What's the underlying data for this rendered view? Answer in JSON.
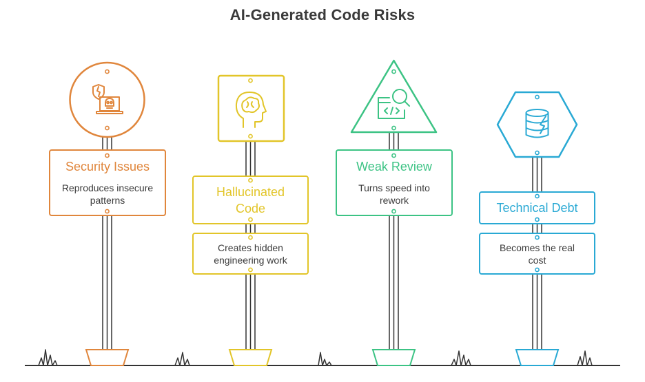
{
  "title": "AI-Generated Code Risks",
  "signs": [
    {
      "id": "security",
      "title": "Security Issues",
      "description": "Reproduces insecure patterns",
      "color": "#e0863c",
      "icon": "shield-skull-laptop-icon",
      "shape": "circle"
    },
    {
      "id": "hallucinated",
      "title": "Hallucinated Code",
      "description": "Creates hidden engineering work",
      "color": "#e2c529",
      "icon": "head-brain-icon",
      "shape": "square"
    },
    {
      "id": "weak-review",
      "title": "Weak Review",
      "description": "Turns speed into rework",
      "color": "#3cc384",
      "icon": "code-magnifier-icon",
      "shape": "triangle"
    },
    {
      "id": "technical-debt",
      "title": "Technical Debt",
      "description": "Becomes the real cost",
      "color": "#29a9d4",
      "icon": "database-icon",
      "shape": "hexagon"
    }
  ]
}
